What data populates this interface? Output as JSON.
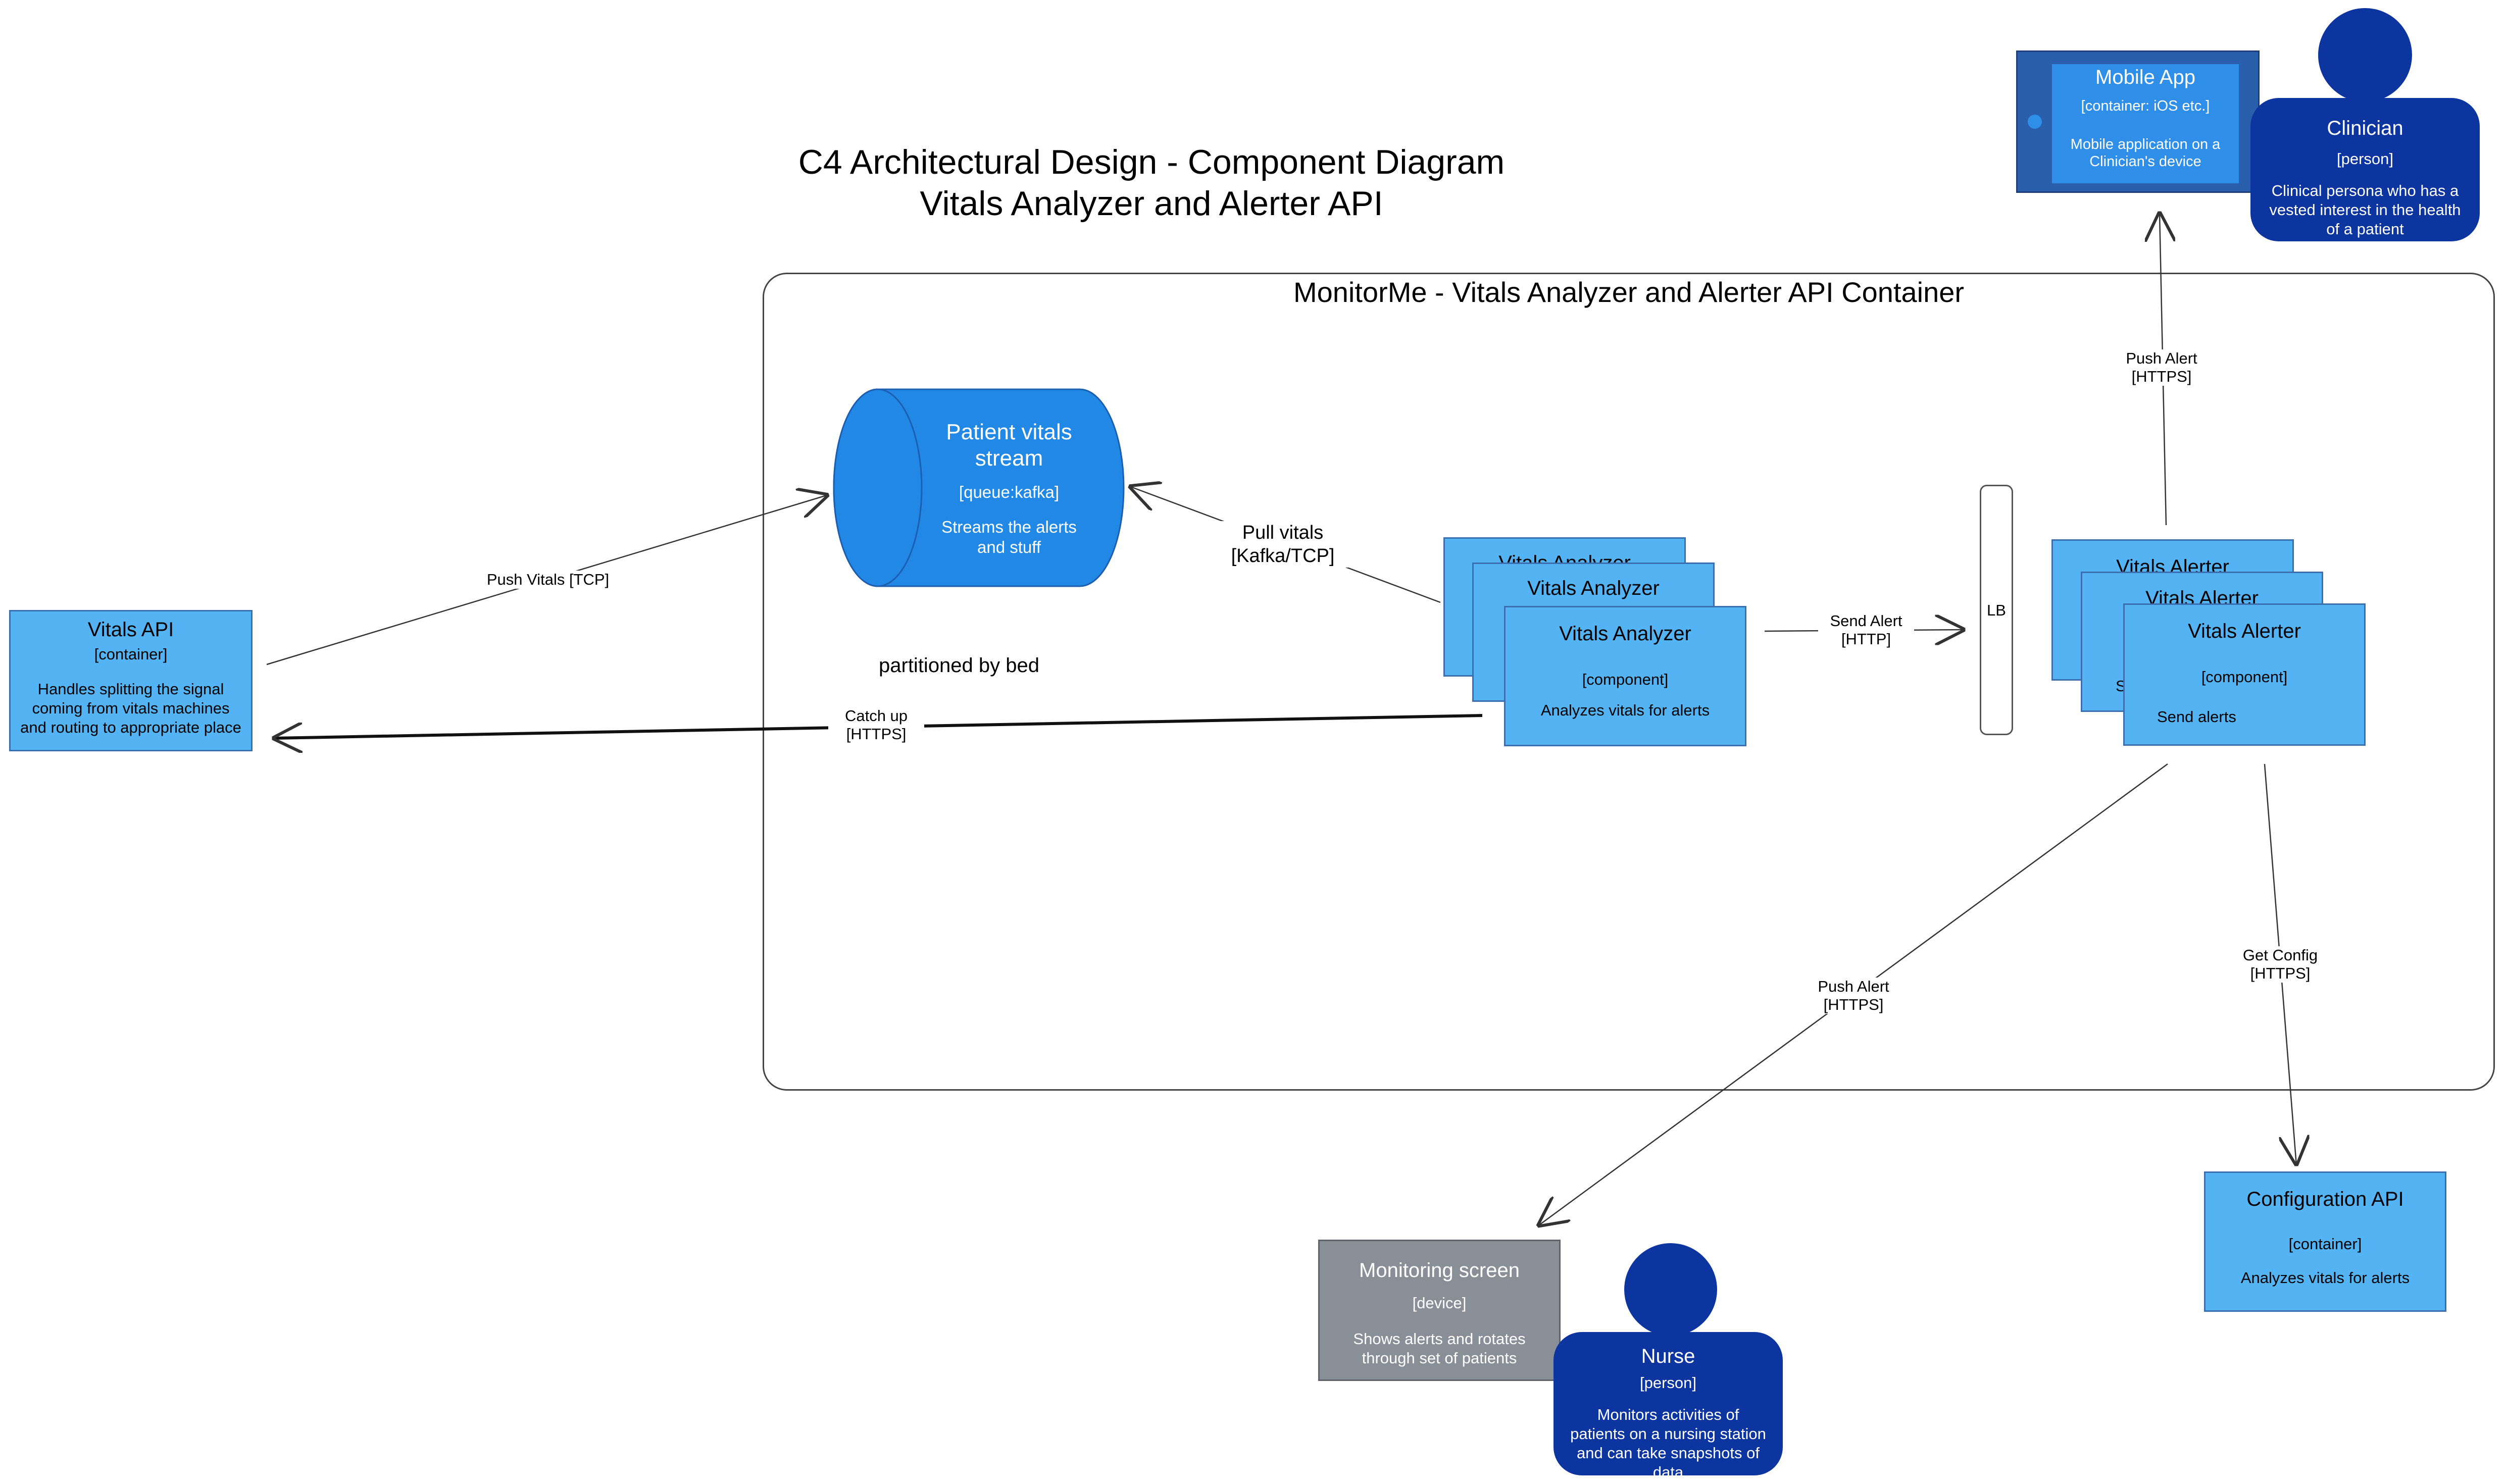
{
  "title": {
    "line1": "C4 Architectural Design - Component Diagram",
    "line2": "Vitals Analyzer and Alerter API"
  },
  "boundary": {
    "title": "MonitorMe - Vitals Analyzer and Alerter API Container"
  },
  "vitals_api": {
    "name": "Vitals API",
    "tech": "[container]",
    "desc": "Handles splitting the signal coming from vitals machines and routing to appropriate place"
  },
  "stream": {
    "name": "Patient vitals stream",
    "tech": "[queue:kafka]",
    "desc": "Streams the alerts and stuff",
    "note": "partitioned by bed"
  },
  "analyzer": {
    "back1": "Vitals Analyzer",
    "back2": "Vitals Analyzer",
    "name": "Vitals Analyzer",
    "tech": "[component]",
    "desc": "Analyzes vitals for alerts"
  },
  "lb": {
    "label": "LB"
  },
  "alerter": {
    "back1": "Vitals Alerter",
    "back2": "Vitals Alerter",
    "peek": "S",
    "name": "Vitals Alerter",
    "tech": "[component]",
    "desc": "Send alerts"
  },
  "mobile": {
    "name": "Mobile App",
    "tech": "[container: iOS etc.]",
    "desc": "Mobile application on a Clinician's device"
  },
  "clinician": {
    "name": "Clinician",
    "tech": "[person]",
    "desc": "Clinical persona who has a vested interest in the health of a patient"
  },
  "screen": {
    "name": "Monitoring screen",
    "tech": "[device]",
    "desc": "Shows alerts and rotates through set of patients"
  },
  "nurse": {
    "name": "Nurse",
    "tech": "[person]",
    "desc": "Monitors activities of patients on a nursing station and can take snapshots of data"
  },
  "config": {
    "name": "Configuration API",
    "tech": "[container]",
    "desc": "Analyzes vitals for alerts"
  },
  "edges": {
    "push_vitals": "Push Vitals [TCP]",
    "pull_vitals_1": "Pull vitals",
    "pull_vitals_2": "[Kafka/TCP]",
    "catch_up_1": "Catch up",
    "catch_up_2": "[HTTPS]",
    "send_alert_1": "Send Alert",
    "send_alert_2": "[HTTP]",
    "push_alert_mobile_1": "Push Alert",
    "push_alert_mobile_2": "[HTTPS]",
    "push_alert_screen_1": "Push Alert",
    "push_alert_screen_2": "[HTTPS]",
    "get_config_1": "Get Config",
    "get_config_2": "[HTTPS]"
  },
  "colors": {
    "component": "#54b3f3",
    "queue": "#2288e6",
    "person": "#0d35a0",
    "device": "#8a8f97",
    "mobile_frame": "#2a5fae",
    "mobile_screen": "#2f8ee8"
  }
}
